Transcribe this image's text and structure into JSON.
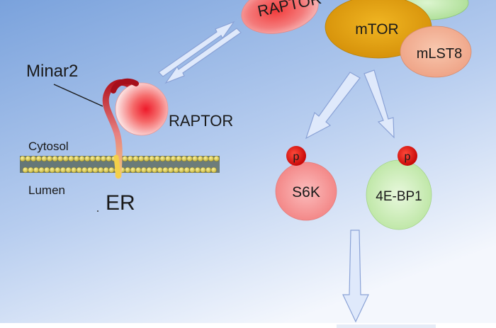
{
  "labels": {
    "raptor_complex": "RAPTOR",
    "mtor": "mTOR",
    "mlst8": "mLST8",
    "minar2": "Minar2",
    "raptor_bound": "RAPTOR",
    "cytosol": "Cytosol",
    "lumen": "Lumen",
    "er": "ER",
    "s6k": "S6K",
    "fourebp1": "4E-BP1",
    "phospho_s6k": "p",
    "phospho_4ebp1": "p"
  },
  "colors": {
    "background_top": "#7fa6dd",
    "background_bottom": "#ffffff",
    "raptor": "#f05a5a",
    "mtor": "#e3a312",
    "mlst8": "#f3b79a",
    "partner_green": "#bde7a8",
    "s6k": "#f59a9a",
    "fourebp1": "#cdeeb8",
    "phospho": "#e01010",
    "minar2": "#c0202a",
    "membrane_bead": "#f2e36a",
    "arrow_fill": "#dfe9fb",
    "arrow_stroke": "#8aa2d6"
  }
}
